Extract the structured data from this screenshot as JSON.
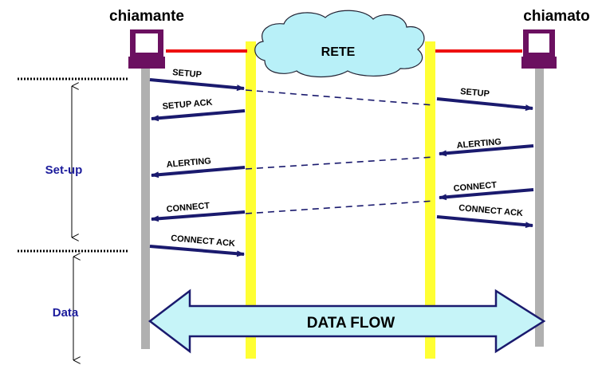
{
  "parties": {
    "caller": "chiamante",
    "callee": "chiamato"
  },
  "network": {
    "label": "RETE"
  },
  "phases": {
    "setup": "Set-up",
    "data": "Data"
  },
  "messages": {
    "setup_left": "SETUP",
    "setup_ack": "SETUP ACK",
    "alerting_left": "ALERTING",
    "connect_left": "CONNECT",
    "connect_ack_left": "CONNECT ACK",
    "setup_right": "SETUP",
    "alerting_right": "ALERTING",
    "connect_right": "CONNECT",
    "connect_ack_right": "CONNECT ACK"
  },
  "data_flow": {
    "label": "DATA FLOW"
  },
  "colors": {
    "terminal": "#6b1060",
    "network_line": "#ee1111",
    "switch_line": "#ffff33",
    "user_line": "#b0b0b0",
    "arrow": "#1a1a6e",
    "cloud": "#b8f0f8",
    "flow_fill": "#c6f4f8",
    "phase_text": "#1c1c9c"
  },
  "icons": {
    "terminal": "computer-terminal-icon",
    "cloud": "network-cloud-icon"
  }
}
